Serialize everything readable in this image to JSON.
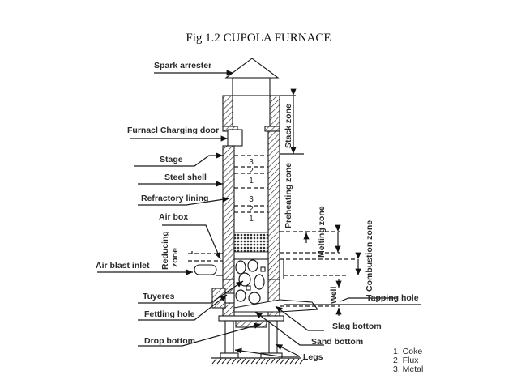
{
  "title": "Fig 1.2 CUPOLA FURNACE",
  "labels": {
    "spark_arrester": "Spark arrester",
    "charging_door": "Furnacl Charging door",
    "stage": "Stage",
    "steel_shell": "Steel shell",
    "refractory_lining": "Refractory lining",
    "air_box": "Air box",
    "reducing_zone_1": "Reducing",
    "reducing_zone_2": "zone",
    "air_blast_inlet": "Air blast inlet",
    "tuyeres": "Tuyeres",
    "fettling_hole": "Fettling hole",
    "drop_bottom": "Drop bottom",
    "stack_zone": "Stack zone",
    "preheating_zone": "Preheating zone",
    "melting_zone": "Melting zone",
    "combustion_zone": "Combustion zone",
    "well": "Well",
    "tapping_hole": "Tapping hole",
    "slag_bottom": "Slag bottom",
    "sand_bottom": "Sand bottom",
    "legs": "Legs"
  },
  "stage_numbers": [
    "3",
    "2",
    "1",
    "3",
    "2",
    "1"
  ],
  "legend": [
    "1. Coke",
    "2. Flux",
    "3. Metal"
  ]
}
